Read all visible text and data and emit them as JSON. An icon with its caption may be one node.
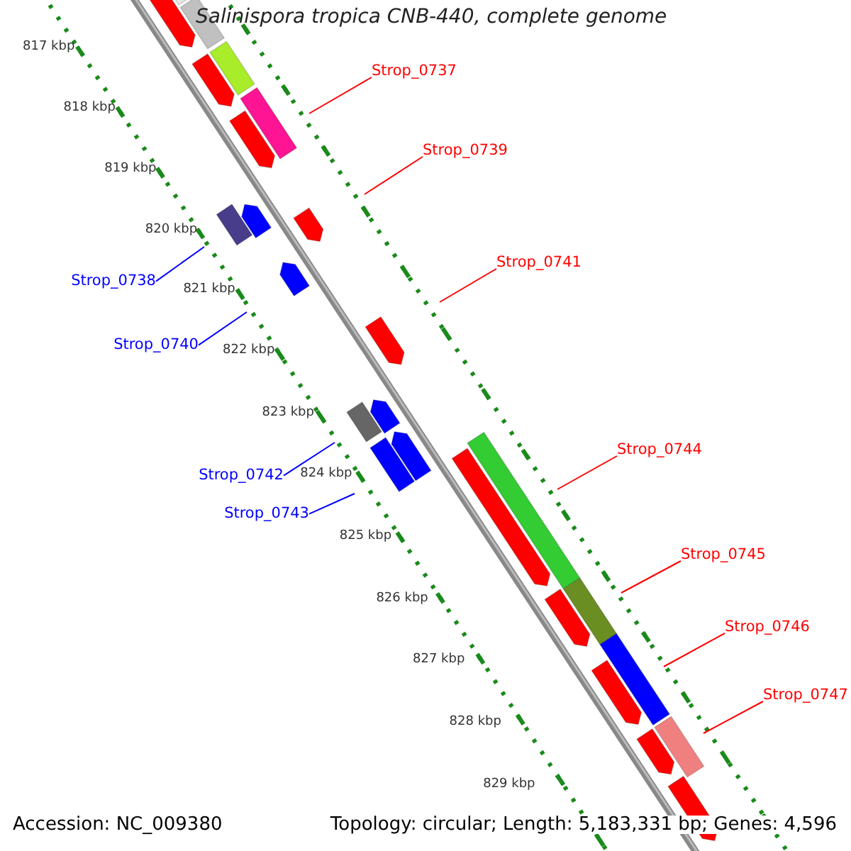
{
  "diagram": {
    "title": "Salinispora tropica CNB-440, complete genome",
    "nodes": [
      {
        "text": [
          "Strop_0737"
        ]
      },
      {
        "text": [
          "Strop_0739"
        ]
      },
      {
        "text": [
          "Strop_0741"
        ]
      },
      {
        "text": [
          "Strop_0738"
        ]
      },
      {
        "text": [
          "Strop_0740"
        ]
      },
      {
        "text": [
          "Strop_0742"
        ]
      },
      {
        "text": [
          "Strop_0744"
        ]
      },
      {
        "text": [
          "Strop_0743"
        ]
      },
      {
        "text": [
          "Strop_0745"
        ]
      },
      {
        "text": [
          "Strop_0746"
        ]
      },
      {
        "text": [
          "Strop_0747"
        ]
      }
    ],
    "edges": [
      {
        "from": 0,
        "to": null,
        "arrow": "none"
      },
      {
        "from": 1,
        "to": null,
        "arrow": "none"
      },
      {
        "from": 2,
        "to": null,
        "arrow": "none"
      },
      {
        "from": 3,
        "to": null,
        "arrow": "none",
        "color": "#0000ff"
      },
      {
        "from": 4,
        "to": null,
        "arrow": "none",
        "color": "#0000ff"
      },
      {
        "from": 5,
        "to": null,
        "arrow": "none",
        "color": "#0000ff"
      },
      {
        "from": 6,
        "to": null,
        "arrow": "none"
      },
      {
        "from": 7,
        "to": null,
        "arrow": "none",
        "color": "#0000ff"
      },
      {
        "from": 8,
        "to": null,
        "arrow": "none"
      },
      {
        "from": 9,
        "to": null,
        "arrow": "none"
      },
      {
        "from": 10,
        "to": null,
        "arrow": "none"
      }
    ],
    "labels": [
      "817 kbp",
      "818 kbp",
      "819 kbp",
      "820 kbp",
      "821 kbp",
      "822 kbp",
      "823 kbp",
      "824 kbp",
      "825 kbp",
      "826 kbp",
      "827 kbp",
      "828 kbp",
      "829 kbp",
      "Accession: NC_009380",
      "Topology: circular; Length: 5,183,331 bp; Genes: 4,596"
    ]
  }
}
